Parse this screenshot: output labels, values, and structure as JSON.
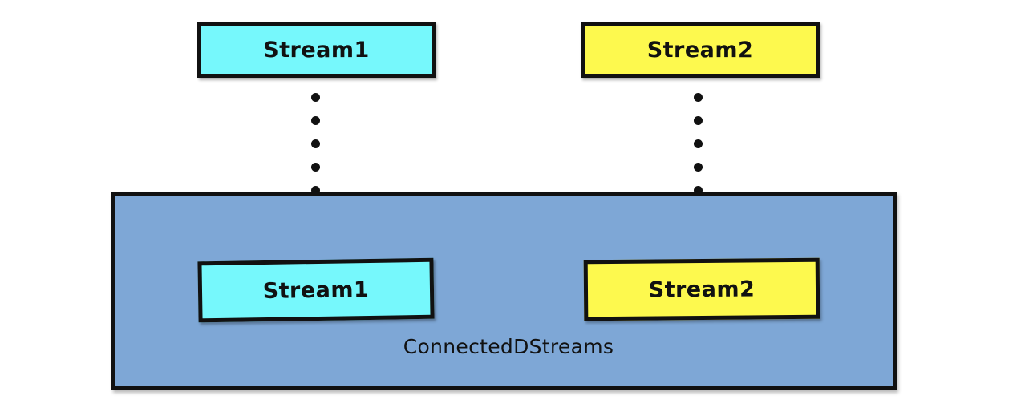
{
  "diagram": {
    "title": "ConnectedDStreams",
    "type": "flow-diagram",
    "colors": {
      "stream1_fill": "#76F8FC",
      "stream2_fill": "#FDF94E",
      "container_fill": "#7EA7D6",
      "stroke": "#111111",
      "background": "#FFFFFF"
    },
    "sources": [
      {
        "label": "Stream1",
        "color": "#76F8FC"
      },
      {
        "label": "Stream2",
        "color": "#FDF94E"
      }
    ],
    "container": {
      "label": "ConnectedDStreams",
      "color": "#7EA7D6",
      "children": [
        {
          "label": "Stream1",
          "color": "#76F8FC"
        },
        {
          "label": "Stream2",
          "color": "#FDF94E"
        }
      ]
    },
    "connectors": [
      {
        "from": "Stream1",
        "to": "Stream1",
        "style": "dotted",
        "arrowhead": "filled-v",
        "dots": 7
      },
      {
        "from": "Stream2",
        "to": "Stream2",
        "style": "dotted",
        "arrowhead": "filled-v",
        "dots": 7
      }
    ]
  }
}
